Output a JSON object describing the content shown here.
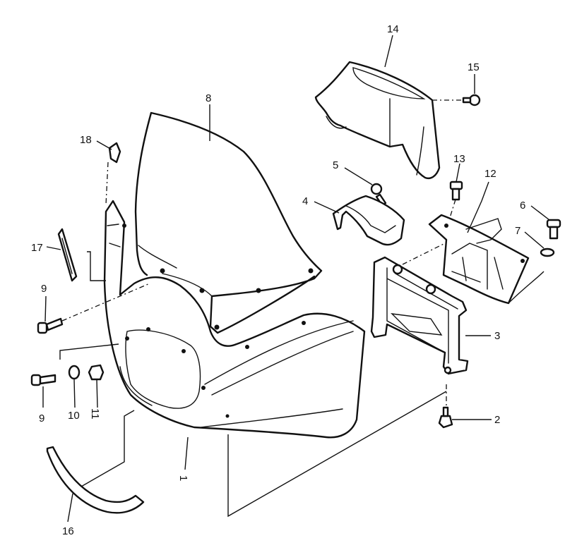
{
  "callouts": {
    "c1": "1",
    "c2": "2",
    "c3": "3",
    "c4": "4",
    "c5": "5",
    "c6": "6",
    "c7": "7",
    "c8": "8",
    "c9a": "9",
    "c9b": "9",
    "c10": "10",
    "c11": "11",
    "c12": "12",
    "c13": "13",
    "c14": "14",
    "c15": "15",
    "c16": "16",
    "c17": "17",
    "c18": "18"
  }
}
